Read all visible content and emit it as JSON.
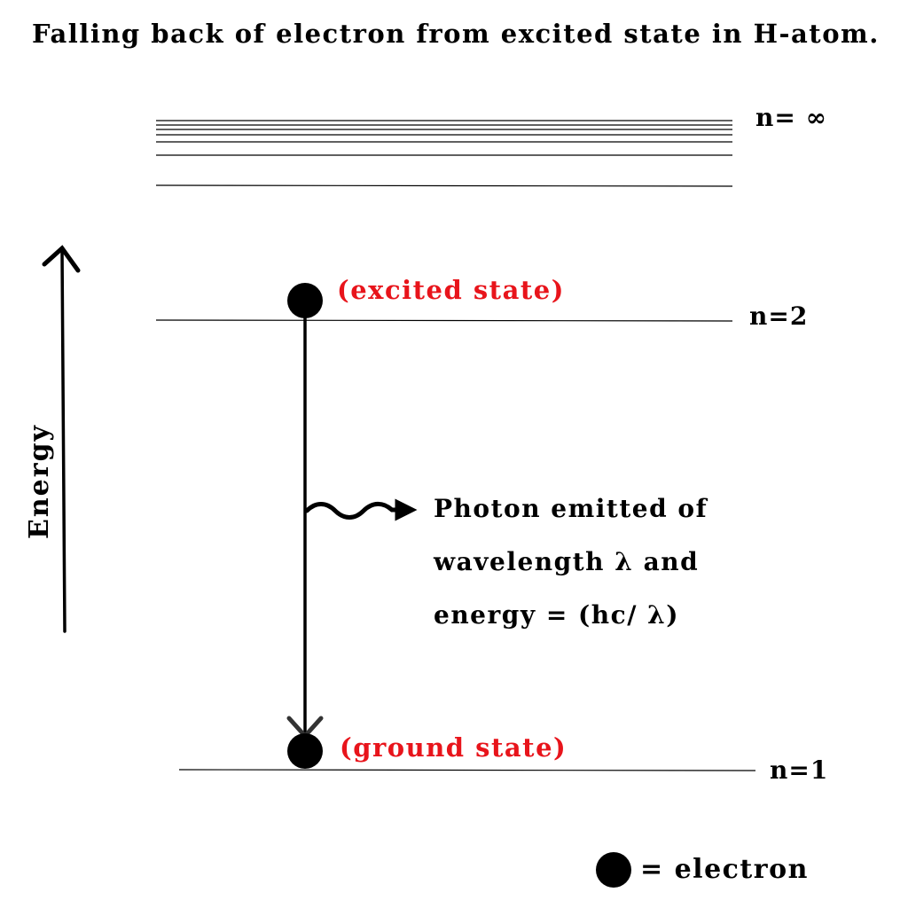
{
  "title": "Falling back of electron from excited state in H-atom.",
  "axis": {
    "label": "Energy"
  },
  "levels": {
    "infinity_label": "n= ∞",
    "n2_label": "n=2",
    "n1_label": "n=1"
  },
  "states": {
    "excited": "(excited state)",
    "ground": "(ground state)"
  },
  "photon": {
    "line1": "Photon emitted of",
    "line2": "wavelength λ and",
    "line3": "energy = (hc/ λ)"
  },
  "legend": {
    "label": "= electron"
  },
  "colors": {
    "state_label": "#e8141b",
    "ink": "#000000"
  }
}
